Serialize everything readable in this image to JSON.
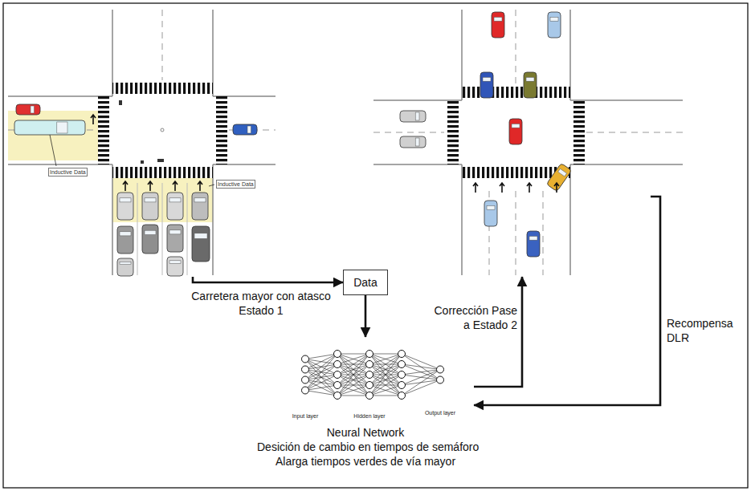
{
  "diagram": {
    "nodes": [
      {
        "text": [
          "Inductive Data",
          "Inductive Data"
        ]
      },
      {
        "text": [
          "Data"
        ]
      },
      {
        "text": [
          "Input layer",
          "Hidden layer",
          "Output layer",
          "Neural Network",
          "Desición de cambio en tiempos de semáforo",
          "Alarga tiempos verdes de vía mayor"
        ]
      },
      {
        "text": []
      }
    ],
    "edges": [
      {
        "from": 0,
        "to": 1,
        "arrow": "to",
        "label": "Carretera mayor con atasco Estado 1"
      },
      {
        "from": 1,
        "to": 2,
        "arrow": "to"
      },
      {
        "from": 2,
        "to": 3,
        "arrow": "to",
        "label": "Corrección Pase a Estado 2"
      },
      {
        "from": 3,
        "to": 2,
        "arrow": "to",
        "label": "Recompensa DLR"
      }
    ]
  }
}
